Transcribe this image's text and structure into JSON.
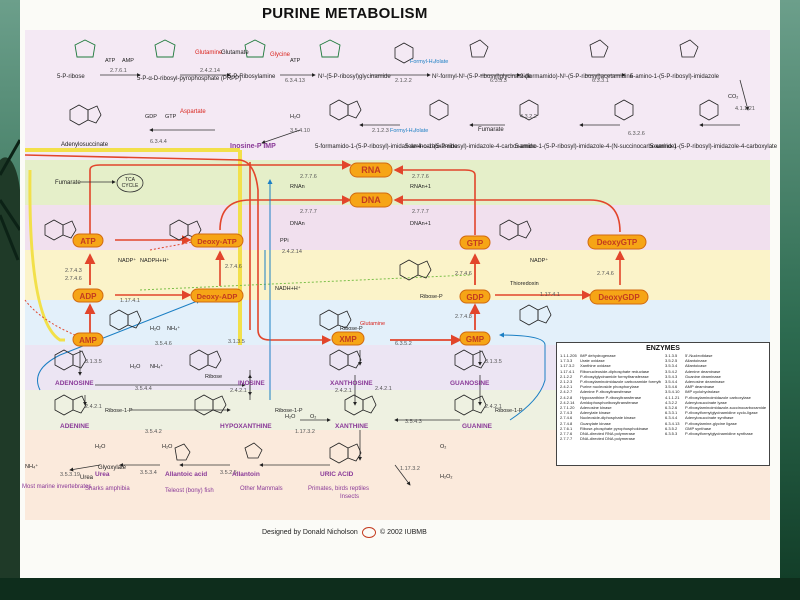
{
  "title": "PURINE METABOLISM",
  "compounds_top": {
    "ribose_5p": "5-P-ribose",
    "prpp": "5-P-α-D-ribosyl-pyrophosphate (PRPP)",
    "pra": "5-P-Ribosylamine",
    "gar": "N¹-(5-P-ribosyl)glycinamide",
    "fgar": "N²-formyl-N¹-(5-P-ribosyl)glycinamide",
    "fgam": "2-(formamido)-N¹-(5-P-ribosyl)acetamidine",
    "air": "5-amino-1-(5-P-ribosyl)-imidazole",
    "adenylosuccinate": "Adenylosuccinate",
    "imp": "Inosine-P IMP",
    "faicar": "5-formamido-1-(5-P-ribosyl)-imidazole-4-carboxamide",
    "aicar": "5-amino-1-(5-P-ribosyl)-imidazole-4-carboxamide",
    "saicar": "5-amino-1-(5-P-ribosyl)-imidazole-4-(N-succinocarboxamide)",
    "cair": "5-amino-1-(5-P-ribosyl)-imidazole-4-carboxylate",
    "fumarate": "Fumarate",
    "fumarate2": "Fumarate",
    "tca": "TCA CYCLE",
    "glutamine": "Glutamine",
    "glutamate": "Glutamate",
    "glycine": "Glycine",
    "aspartate": "Aspartate",
    "formyl_thf": "Formyl-H₄folate"
  },
  "nucleotides": {
    "rna": "RNA",
    "dna": "DNA",
    "atp": "ATP",
    "adp": "ADP",
    "amp": "AMP",
    "deoxy_atp": "Deoxy-ATP",
    "deoxy_adp": "Deoxy-ADP",
    "gtp": "GTP",
    "gdp": "GDP",
    "gmp": "GMP",
    "xmp": "XMP",
    "deoxy_gtp": "DeoxyGTP",
    "deoxy_gdp": "DeoxyGDP"
  },
  "nucleosides": {
    "adenosine": "ADENOSINE",
    "inosine": "INOSINE",
    "xanthosine": "XANTHOSINE",
    "guanosine": "GUANOSINE"
  },
  "bases": {
    "adenine": "ADENINE",
    "hypoxanthine": "HYPOXANTHINE",
    "xanthine": "XANTHINE",
    "guanine": "GUANINE",
    "uric_acid": "URIC ACID",
    "allantoin": "Allantoin",
    "allantoic_acid": "Allantoic acid",
    "glyoxylate": "Glyoxylate",
    "urea": "Urea",
    "urea2": "Urea"
  },
  "organisms": {
    "teleost": "Teleost (bony) fish",
    "other_mammals": "Other Mammals",
    "primates": "Primates, birds reptiles",
    "insects": "Insects",
    "sharks": "Sharks amphibia",
    "vertebrates": "Most marine invertebrates"
  },
  "ec_numbers": {
    "e1": "2.7.6.1",
    "e2": "2.4.2.14",
    "e3": "6.3.4.13",
    "e4": "2.1.2.2",
    "e5": "6.3.5.3",
    "e6": "6.3.3.1",
    "e7": "4.1.1.21",
    "e8": "6.3.2.6",
    "e9": "4.3.2.2",
    "e10": "2.1.2.3",
    "e11": "3.5.4.10",
    "e12": "6.3.4.4",
    "e13": "4.3.2.2",
    "e14": "2.7.7.6",
    "e15": "2.7.7.7",
    "e16": "2.7.4.3",
    "e17": "2.7.4.6",
    "e18": "1.17.4.1",
    "e19": "3.5.4.6",
    "e20": "1.1.1.205",
    "e21": "6.3.5.2",
    "e22": "2.7.4.8",
    "e23": "2.7.4.6",
    "e24": "3.1.3.5",
    "e25": "2.4.2.1",
    "e26": "3.5.4.4",
    "e27": "3.5.4.3",
    "e28": "1.17.3.2",
    "e29": "1.7.3.3",
    "e30": "3.5.2.5",
    "e31": "3.5.3.4",
    "e32": "3.5.3.19",
    "e33": "2.4.2.7",
    "e34": "2.4.2.8",
    "e35": "3.5.4.2"
  },
  "small_molecules": {
    "atp": "ATP",
    "amp": "AMP",
    "adp": "ADP",
    "pi": "Pi",
    "ppi": "PPi",
    "h2o": "H₂O",
    "nh4": "NH₄⁺",
    "co2": "CO₂",
    "gtp": "GTP",
    "gdp": "GDP",
    "nadph": "NADPH+H⁺",
    "nadp": "NADP⁺",
    "nad": "NAD⁺",
    "nadh": "NADH+H⁺",
    "ribose1p": "Ribose-1-P",
    "ribose_p": "Ribose-P",
    "o2": "O₂",
    "h2o2": "H₂O₂",
    "thioredoxin": "Thioredoxin"
  },
  "enzymes_title": "ENZYMES",
  "enzymes": [
    [
      "1.1.1.205",
      "IMP dehydrogenase"
    ],
    [
      "1.7.3.3",
      "Urate oxidase"
    ],
    [
      "1.17.3.2",
      "Xanthine oxidase"
    ],
    [
      "1.17.4.1",
      "Ribonucleoside-diphosphate reductase"
    ],
    [
      "2.1.2.2",
      "P-ribosylglycinamide formyltransferase"
    ],
    [
      "2.1.2.3",
      "P-ribosylaminoimidazole carboxamide formyltransferase"
    ],
    [
      "2.4.2.1",
      "Purine nucleoside phosphorylase"
    ],
    [
      "2.4.2.7",
      "Adenine P-ribosyltransferase"
    ],
    [
      "2.4.2.8",
      "Hypoxanthine P-ribosyltransferase"
    ],
    [
      "2.4.2.14",
      "Amidophosphoribosyltransferase"
    ],
    [
      "2.7.1.20",
      "Adenosine kinase"
    ],
    [
      "2.7.4.3",
      "Adenylate kinase"
    ],
    [
      "2.7.4.6",
      "Nucleoside-diphosphate kinase"
    ],
    [
      "2.7.4.8",
      "Guanylate kinase"
    ],
    [
      "2.7.6.1",
      "Ribose-phosphate pyrophosphokinase"
    ],
    [
      "2.7.7.6",
      "DNA-directed RNA polymerase"
    ],
    [
      "2.7.7.7",
      "DNA-directed DNA polymerase"
    ],
    [
      "3.1.3.5",
      "5'-Nucleotidase"
    ],
    [
      "3.5.2.5",
      "Allantoinase"
    ],
    [
      "3.5.3.4",
      "Allantoicase"
    ],
    [
      "3.5.4.2",
      "Adenine deaminase"
    ],
    [
      "3.5.4.3",
      "Guanine deaminase"
    ],
    [
      "3.5.4.4",
      "Adenosine deaminase"
    ],
    [
      "3.5.4.6",
      "AMP deaminase"
    ],
    [
      "3.5.4.10",
      "IMP cyclohydrolase"
    ],
    [
      "4.1.1.21",
      "P-ribosylaminoimidazole carboxylase"
    ],
    [
      "4.3.2.2",
      "Adenylosuccinate lyase"
    ],
    [
      "6.3.2.6",
      "P-ribosylaminoimidazole-succinocarboxamide synthase"
    ],
    [
      "6.3.3.1",
      "P-ribosylformylglycinamidine cyclo-ligase"
    ],
    [
      "6.3.4.4",
      "Adenylosuccinate synthase"
    ],
    [
      "6.3.4.13",
      "P-ribosylamine-glycine ligase"
    ],
    [
      "6.3.5.2",
      "GMP synthase"
    ],
    [
      "6.3.5.3",
      "P-ribosylformylglycinamidine synthase"
    ]
  ],
  "footer": {
    "designed_by": "Designed by Donald Nicholson",
    "copyright": "© 2002 IUBMB"
  },
  "colors": {
    "band_top": "#f3e7f3",
    "band_nucleic": "#e6f0c8",
    "band_tri": "#f0e0ef",
    "band_di": "#fbf3c8",
    "band_mono": "#e4f1fb",
    "band_nucleoside": "#ede6f4",
    "band_base": "#eef1e0",
    "band_degrade": "#fbeadd",
    "node_orange": "#f6a516",
    "node_text": "#c33b1f",
    "arrow_red": "#e2452b",
    "arrow_yellow": "#f2e04a",
    "label_purple": "#8a3a98",
    "label_blue": "#1b7fc4"
  }
}
